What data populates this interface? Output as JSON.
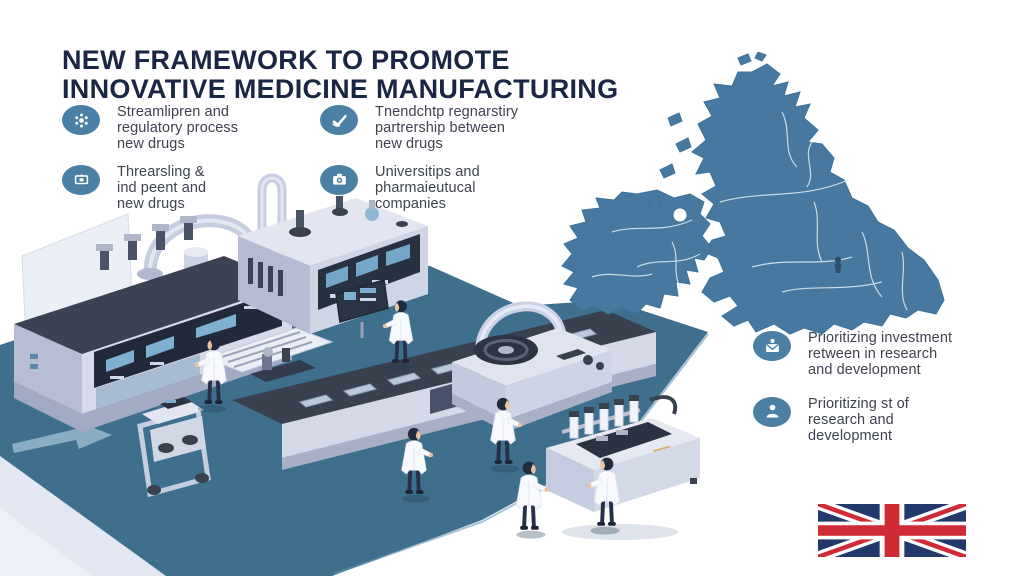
{
  "title": {
    "line1": "NEW FRAMEWORK TO PROMOTE",
    "line2": "INNOVATIVE MEDICINE MANUFACTURING"
  },
  "features_left": [
    {
      "icon": "molecule-icon",
      "lines": [
        "Streamlipren and",
        "regulatory process",
        "new drugs"
      ]
    },
    {
      "icon": "package-icon",
      "lines": [
        "Threarsling &",
        "ind peent and",
        "new drugs"
      ]
    },
    {
      "icon": "checkmark-icon",
      "lines": [
        "Tnendchtp regnarstiry",
        "partrership between",
        "new drugs"
      ]
    },
    {
      "icon": "camera-icon",
      "lines": [
        "Universitips and",
        "pharmaieutucal",
        "companies"
      ]
    }
  ],
  "features_right": [
    {
      "icon": "mail-person-icon",
      "lines": [
        "Prioritizing investment",
        "retween in research",
        "and development"
      ]
    },
    {
      "icon": "person-icon",
      "lines": [
        "Prioritizing st of",
        "research and",
        "development"
      ]
    }
  ],
  "map": {
    "name": "united-kingdom-and-ireland-map"
  },
  "flag": {
    "name": "united-kingdom-flag"
  },
  "colors": {
    "accent_blue": "#4a80a4",
    "title_navy": "#1a2643",
    "map_blue": "#47789f",
    "platform_teal": "#3e6f8d",
    "flag_navy": "#24396b",
    "flag_red": "#cf2a36"
  }
}
